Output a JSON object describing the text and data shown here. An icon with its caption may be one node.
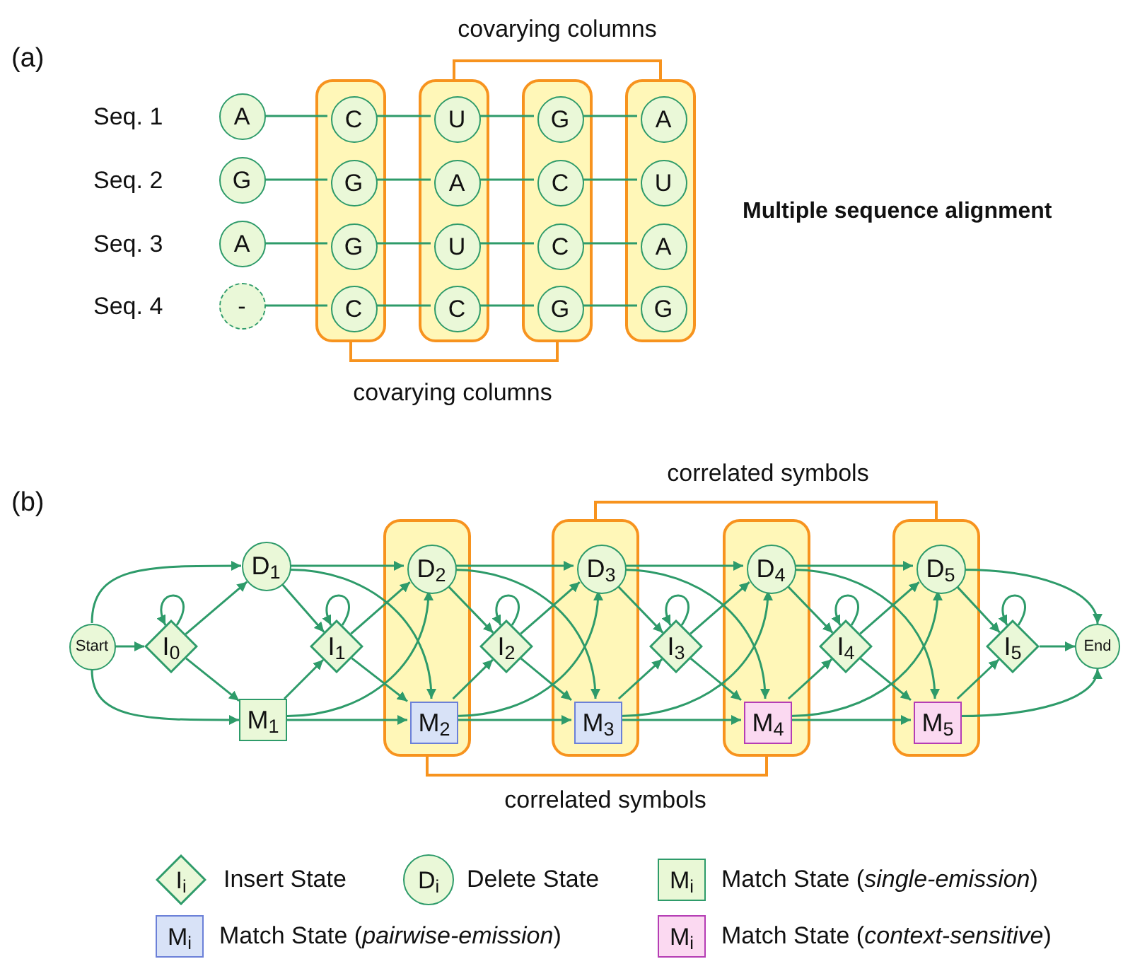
{
  "diagram": {
    "nodes": [
      {
        "text": [],
        "shape": "box"
      },
      {
        "text": [],
        "shape": "box"
      },
      {
        "text": [],
        "shape": "box"
      },
      {
        "text": [],
        "shape": "box"
      },
      {
        "text": [
          "A"
        ]
      },
      {
        "text": [
          "C"
        ],
        "in": 0
      },
      {
        "text": [
          "U"
        ],
        "in": 1
      },
      {
        "text": [
          "G"
        ],
        "in": 2
      },
      {
        "text": [
          "A"
        ],
        "in": 3
      },
      {
        "text": [
          "G"
        ]
      },
      {
        "text": [
          "G"
        ],
        "in": 0
      },
      {
        "text": [
          "A"
        ],
        "in": 1
      },
      {
        "text": [
          "C"
        ],
        "in": 2
      },
      {
        "text": [
          "U"
        ],
        "in": 3
      },
      {
        "text": [
          "A"
        ]
      },
      {
        "text": [
          "G"
        ],
        "in": 0
      },
      {
        "text": [
          "U"
        ],
        "in": 1
      },
      {
        "text": [
          "C"
        ],
        "in": 2
      },
      {
        "text": [
          "A"
        ],
        "in": 3
      },
      {
        "text": [
          "-"
        ]
      },
      {
        "text": [
          "C"
        ],
        "in": 0
      },
      {
        "text": [
          "C"
        ],
        "in": 1
      },
      {
        "text": [
          "G"
        ],
        "in": 2
      },
      {
        "text": [
          "G"
        ],
        "in": 3
      },
      {
        "text": [],
        "shape": "box"
      },
      {
        "text": [],
        "shape": "box"
      },
      {
        "text": [],
        "shape": "box"
      },
      {
        "text": [],
        "shape": "box"
      },
      {
        "text": [
          "Start"
        ]
      },
      {
        "text": [
          "I$_{0}$"
        ]
      },
      {
        "text": [
          "D$_{1}$"
        ]
      },
      {
        "text": [
          "M$_{1}$"
        ]
      },
      {
        "text": [
          "I$_{1}$"
        ]
      },
      {
        "text": [
          "D$_{2}$"
        ],
        "in": 24
      },
      {
        "text": [
          "M$_{2}$"
        ],
        "in": 24
      },
      {
        "text": [
          "I$_{2}$"
        ]
      },
      {
        "text": [
          "D$_{3}$"
        ],
        "in": 25
      },
      {
        "text": [
          "M$_{3}$"
        ],
        "in": 25
      },
      {
        "text": [
          "I$_{3}$"
        ]
      },
      {
        "text": [
          "D$_{4}$"
        ],
        "in": 26
      },
      {
        "text": [
          "M$_{4}$"
        ],
        "in": 26
      },
      {
        "text": [
          "I$_{4}$"
        ]
      },
      {
        "text": [
          "D$_{5}$"
        ],
        "in": 27
      },
      {
        "text": [
          "M$_{5}$"
        ],
        "in": 27
      },
      {
        "text": [
          "I$_{5}$"
        ]
      },
      {
        "text": [
          "End"
        ]
      }
    ],
    "edges": [
      {
        "from": 4,
        "to": 5,
        "arrow": "none"
      },
      {
        "from": 5,
        "to": 6,
        "arrow": "none"
      },
      {
        "from": 6,
        "to": 7,
        "arrow": "none"
      },
      {
        "from": 7,
        "to": 8,
        "arrow": "none"
      },
      {
        "from": 9,
        "to": 10,
        "arrow": "none"
      },
      {
        "from": 10,
        "to": 11,
        "arrow": "none"
      },
      {
        "from": 11,
        "to": 12,
        "arrow": "none"
      },
      {
        "from": 12,
        "to": 13,
        "arrow": "none"
      },
      {
        "from": 14,
        "to": 15,
        "arrow": "none"
      },
      {
        "from": 15,
        "to": 16,
        "arrow": "none"
      },
      {
        "from": 16,
        "to": 17,
        "arrow": "none"
      },
      {
        "from": 17,
        "to": 18,
        "arrow": "none"
      },
      {
        "from": 19,
        "to": 20,
        "arrow": "none"
      },
      {
        "from": 20,
        "to": 21,
        "arrow": "none"
      },
      {
        "from": 21,
        "to": 22,
        "arrow": "none"
      },
      {
        "from": 22,
        "to": 23,
        "arrow": "none"
      },
      {
        "from": 1,
        "to": 3,
        "arrow": "none",
        "label": "covarying columns",
        "color": "#f7931e"
      },
      {
        "from": 0,
        "to": 2,
        "arrow": "none",
        "label": "covarying columns",
        "color": "#f7931e"
      },
      {
        "from": 28,
        "to": 30,
        "arrow": "to"
      },
      {
        "from": 28,
        "to": 29,
        "arrow": "to"
      },
      {
        "from": 28,
        "to": 31,
        "arrow": "to"
      },
      {
        "from": 29,
        "to": 29,
        "arrow": "to"
      },
      {
        "from": 29,
        "to": 30,
        "arrow": "to"
      },
      {
        "from": 29,
        "to": 31,
        "arrow": "to"
      },
      {
        "from": 30,
        "to": 33,
        "arrow": "to"
      },
      {
        "from": 30,
        "to": 32,
        "arrow": "to"
      },
      {
        "from": 30,
        "to": 34,
        "arrow": "to"
      },
      {
        "from": 31,
        "to": 33,
        "arrow": "to"
      },
      {
        "from": 31,
        "to": 32,
        "arrow": "to"
      },
      {
        "from": 31,
        "to": 34,
        "arrow": "to"
      },
      {
        "from": 32,
        "to": 32,
        "arrow": "to"
      },
      {
        "from": 32,
        "to": 33,
        "arrow": "to"
      },
      {
        "from": 32,
        "to": 34,
        "arrow": "to"
      },
      {
        "from": 33,
        "to": 36,
        "arrow": "to"
      },
      {
        "from": 33,
        "to": 35,
        "arrow": "to"
      },
      {
        "from": 33,
        "to": 37,
        "arrow": "to"
      },
      {
        "from": 34,
        "to": 36,
        "arrow": "to"
      },
      {
        "from": 34,
        "to": 35,
        "arrow": "to"
      },
      {
        "from": 34,
        "to": 37,
        "arrow": "to"
      },
      {
        "from": 35,
        "to": 35,
        "arrow": "to"
      },
      {
        "from": 35,
        "to": 36,
        "arrow": "to"
      },
      {
        "from": 35,
        "to": 37,
        "arrow": "to"
      },
      {
        "from": 36,
        "to": 39,
        "arrow": "to"
      },
      {
        "from": 36,
        "to": 38,
        "arrow": "to"
      },
      {
        "from": 36,
        "to": 40,
        "arrow": "to"
      },
      {
        "from": 37,
        "to": 39,
        "arrow": "to"
      },
      {
        "from": 37,
        "to": 38,
        "arrow": "to"
      },
      {
        "from": 37,
        "to": 40,
        "arrow": "to"
      },
      {
        "from": 38,
        "to": 38,
        "arrow": "to"
      },
      {
        "from": 38,
        "to": 39,
        "arrow": "to"
      },
      {
        "from": 38,
        "to": 40,
        "arrow": "to"
      },
      {
        "from": 39,
        "to": 42,
        "arrow": "to"
      },
      {
        "from": 39,
        "to": 41,
        "arrow": "to"
      },
      {
        "from": 39,
        "to": 43,
        "arrow": "to"
      },
      {
        "from": 40,
        "to": 42,
        "arrow": "to"
      },
      {
        "from": 40,
        "to": 41,
        "arrow": "to"
      },
      {
        "from": 40,
        "to": 43,
        "arrow": "to"
      },
      {
        "from": 41,
        "to": 41,
        "arrow": "to"
      },
      {
        "from": 41,
        "to": 42,
        "arrow": "to"
      },
      {
        "from": 41,
        "to": 43,
        "arrow": "to"
      },
      {
        "from": 42,
        "to": 44,
        "arrow": "to"
      },
      {
        "from": 42,
        "to": 45,
        "arrow": "to"
      },
      {
        "from": 43,
        "to": 44,
        "arrow": "to"
      },
      {
        "from": 43,
        "to": 45,
        "arrow": "to"
      },
      {
        "from": 44,
        "to": 44,
        "arrow": "to"
      },
      {
        "from": 44,
        "to": 45,
        "arrow": "to"
      },
      {
        "from": 25,
        "to": 27,
        "arrow": "none",
        "label": "correlated symbols",
        "color": "#f7931e"
      },
      {
        "from": 24,
        "to": 26,
        "arrow": "none",
        "label": "correlated symbols",
        "color": "#f7931e"
      }
    ],
    "labels": [
      "(a)",
      "Seq. 1",
      "Seq. 2",
      "Seq. 3",
      "Seq. 4",
      "Multiple sequence alignment",
      "(b)",
      "I$_{i}$",
      "D$_{i}$",
      "M$_{i}$",
      "M$_{i}$",
      "M$_{i}$"
    ],
    "legend": [
      {
        "text": "Insert State"
      },
      {
        "text": "Delete State"
      },
      {
        "text": "Match State (*single-emission*)",
        "color": "#e9f8d6"
      },
      {
        "text": "Match State (*pairwise-emission*)",
        "color": "#d8e2f7"
      },
      {
        "text": "Match State (*context-sensitive*)",
        "color": "#fbd9f1"
      }
    ]
  }
}
